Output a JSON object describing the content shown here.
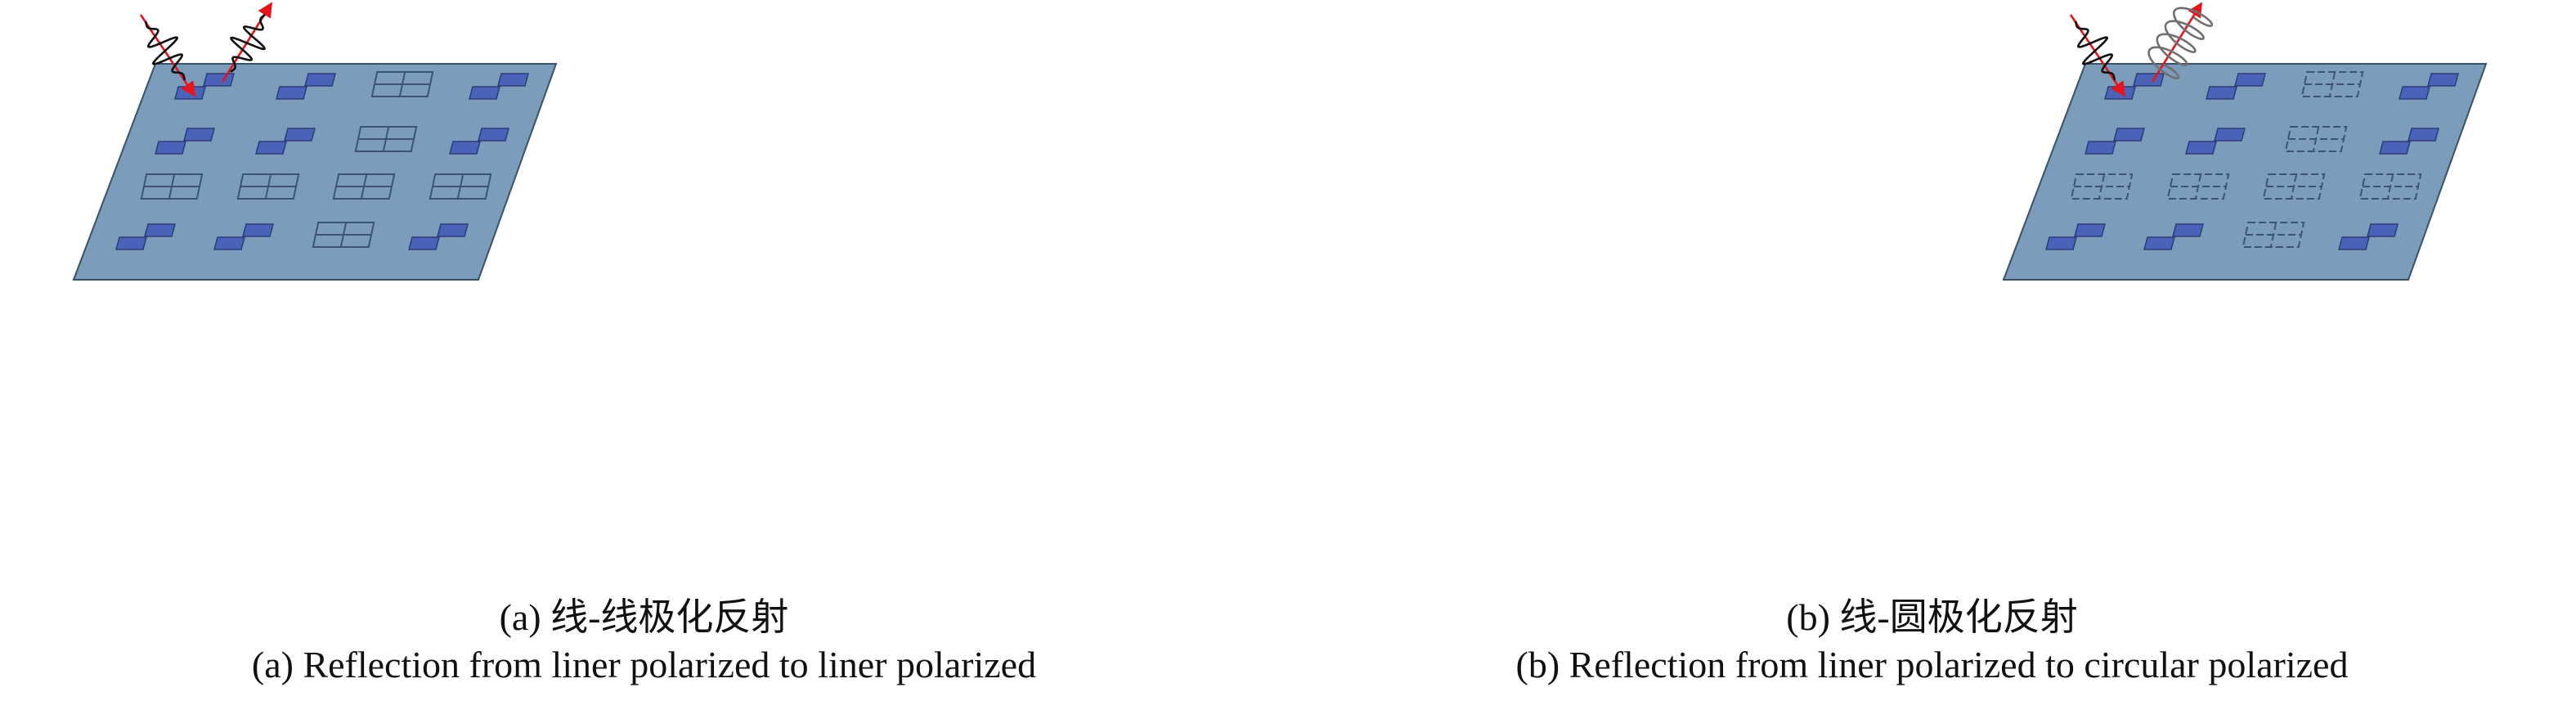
{
  "figures": [
    {
      "id": "a",
      "caption_cn": "(a) 线-线极化反射",
      "caption_en": "(a) Reflection from liner polarized to liner polarized",
      "reflected_wave": "linear"
    },
    {
      "id": "b",
      "caption_cn": "(b) 线-圆极化反射",
      "caption_en": "(b) Reflection from liner polarized to circular polarized",
      "reflected_wave": "circular"
    }
  ],
  "colors": {
    "panel": "#7b9cba",
    "z_patch": "#4a63b8",
    "cross_patch_outline": "#3c5472",
    "ray": "#e4151b"
  },
  "unit_cell_grid": {
    "rows": [
      [
        "z",
        "z",
        "cross",
        "z"
      ],
      [
        "z",
        "z",
        "cross",
        "z"
      ],
      [
        "cross",
        "cross",
        "cross",
        "cross"
      ],
      [
        "z",
        "z",
        "cross",
        "z"
      ]
    ]
  }
}
